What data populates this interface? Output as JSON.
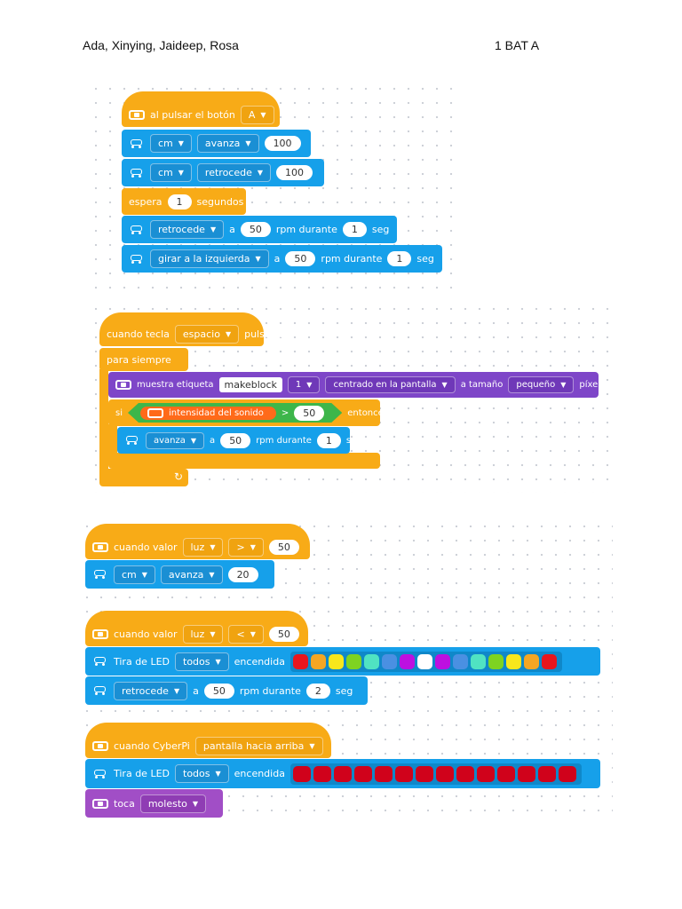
{
  "header": {
    "names": "Ada, Xinying, Jaideep, Rosa",
    "class": "1 BAT A"
  },
  "script1": {
    "hat_label": "al pulsar el botón",
    "button_value": "A",
    "move1_unit": "cm",
    "move1_dir": "avanza",
    "move1_value": "100",
    "move2_unit": "cm",
    "move2_dir": "retrocede",
    "move2_value": "100",
    "wait_label": "espera",
    "wait_value": "1",
    "wait_unit": "segundos",
    "rpm1_dir": "retrocede",
    "rpm1_a": "a",
    "rpm1_speed": "50",
    "rpm1_label": "rpm durante",
    "rpm1_time": "1",
    "rpm1_seg": "seg",
    "rpm2_dir": "girar a la izquierda",
    "rpm2_a": "a",
    "rpm2_speed": "50",
    "rpm2_label": "rpm durante",
    "rpm2_time": "1",
    "rpm2_seg": "seg"
  },
  "script2": {
    "hat_label": "cuando tecla",
    "key_value": "espacio",
    "hat_suffix": "pulsada",
    "forever_label": "para siempre",
    "show_label": "muestra etiqueta",
    "show_text": "makeblock",
    "show_index": "1",
    "show_position": "centrado en la pantalla",
    "show_size_label": "a tamaño",
    "show_size": "pequeño",
    "show_suffix": "píxeles",
    "if_label": "si",
    "sensor_label": "intensidad del sonido",
    "op": ">",
    "threshold": "50",
    "then_label": "entonces",
    "move_dir": "avanza",
    "move_a": "a",
    "move_speed": "50",
    "move_label": "rpm durante",
    "move_time": "1",
    "move_seg": "seg"
  },
  "script3": {
    "hat_label": "cuando valor",
    "sensor": "luz",
    "op": ">",
    "threshold": "50",
    "move_unit": "cm",
    "move_dir": "avanza",
    "move_value": "20"
  },
  "script4": {
    "hat_label": "cuando valor",
    "sensor": "luz",
    "op": "<",
    "threshold": "50",
    "led_label": "Tira de LED",
    "led_target": "todos",
    "led_state": "encendida",
    "led_colors": [
      "#e8161d",
      "#f5a623",
      "#f8e71c",
      "#7ed321",
      "#50e3c2",
      "#4a90e2",
      "#bd10e0",
      "#ffffff",
      "#bd10e0",
      "#4a90e2",
      "#50e3c2",
      "#7ed321",
      "#f8e71c",
      "#f5a623",
      "#e8161d"
    ],
    "move_dir": "retrocede",
    "move_a": "a",
    "move_speed": "50",
    "move_label": "rpm durante",
    "move_time": "2",
    "move_seg": "seg"
  },
  "script5": {
    "hat_label": "cuando CyberPi",
    "orientation": "pantalla hacia arriba",
    "led_label": "Tira de LED",
    "led_target": "todos",
    "led_state": "encendida",
    "led_colors": [
      "#d0021b",
      "#d0021b",
      "#d0021b",
      "#d0021b",
      "#d0021b",
      "#d0021b",
      "#d0021b",
      "#d0021b",
      "#d0021b",
      "#d0021b",
      "#d0021b",
      "#d0021b",
      "#d0021b",
      "#d0021b"
    ],
    "sound_label": "toca",
    "sound_value": "molesto"
  },
  "colors": {
    "events_yellow": "#f8ab17",
    "motion_blue": "#16a0ea",
    "display_purple": "#7e46c8",
    "sound_magenta": "#a14ec6",
    "operator_green": "#3db64a",
    "sensor_orange": "#ff6a1a"
  }
}
